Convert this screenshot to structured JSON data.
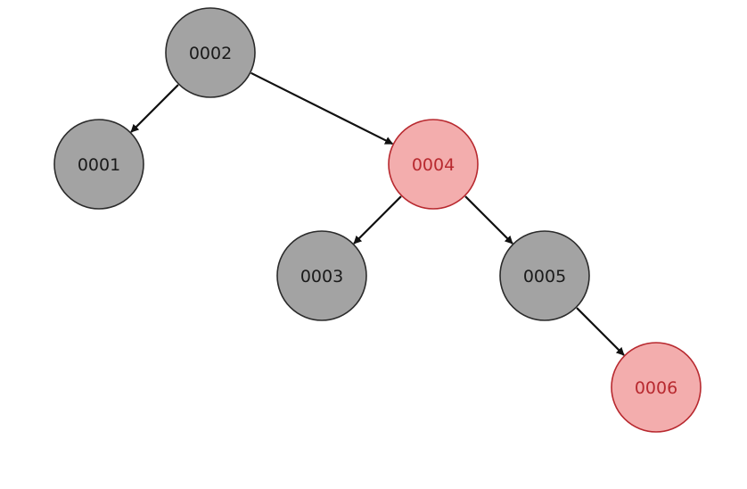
{
  "colors": {
    "black_fill": "#a3a3a3",
    "black_stroke": "#2b2b2b",
    "black_text": "#1a1a1a",
    "red_fill": "#f3adad",
    "red_stroke": "#b8292f",
    "red_text": "#b8292f",
    "edge": "#111111"
  },
  "tree": {
    "nodes": [
      {
        "id": "n2",
        "label": "0002",
        "color": "black"
      },
      {
        "id": "n1",
        "label": "0001",
        "color": "black"
      },
      {
        "id": "n4",
        "label": "0004",
        "color": "red"
      },
      {
        "id": "n3",
        "label": "0003",
        "color": "black"
      },
      {
        "id": "n5",
        "label": "0005",
        "color": "black"
      },
      {
        "id": "n6",
        "label": "0006",
        "color": "red"
      }
    ],
    "edges": [
      {
        "from": "n2",
        "to": "n1"
      },
      {
        "from": "n2",
        "to": "n4"
      },
      {
        "from": "n4",
        "to": "n3"
      },
      {
        "from": "n4",
        "to": "n5"
      },
      {
        "from": "n5",
        "to": "n6"
      }
    ]
  }
}
